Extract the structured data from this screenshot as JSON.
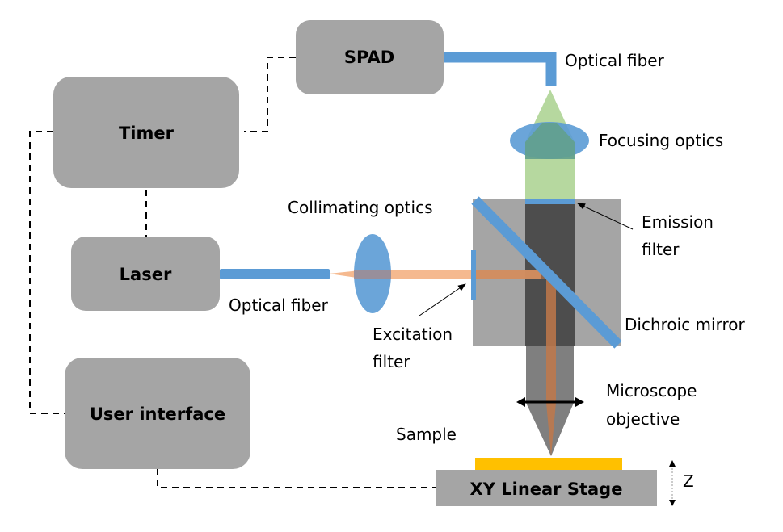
{
  "diagram": {
    "title": "Fluorescence lifetime measurement setup",
    "blocks": {
      "spad": "SPAD",
      "timer": "Timer",
      "laser": "Laser",
      "user_interface": "User interface",
      "stage": "XY Linear Stage"
    },
    "labels": {
      "optical_fiber_top": "Optical fiber",
      "focusing_optics": "Focusing optics",
      "collimating_optics": "Collimating optics",
      "emission_filter_line1": "Emission",
      "emission_filter_line2": "filter",
      "optical_fiber_left": "Optical fiber",
      "excitation_filter_line1": "Excitation",
      "excitation_filter_line2": "filter",
      "dichroic_mirror": "Dichroic mirror",
      "objective_line1": "Microscope",
      "objective_line2": "objective",
      "sample": "Sample",
      "z_axis": "Z"
    },
    "colors": {
      "block_gray": "#a5a5a5",
      "fiber_blue": "#5b9bd5",
      "emission_green": "#a9d18e",
      "excitation_orange": "#f4b183",
      "sample_yellow": "#ffc000",
      "dark_column": "#4d4d4d"
    }
  }
}
